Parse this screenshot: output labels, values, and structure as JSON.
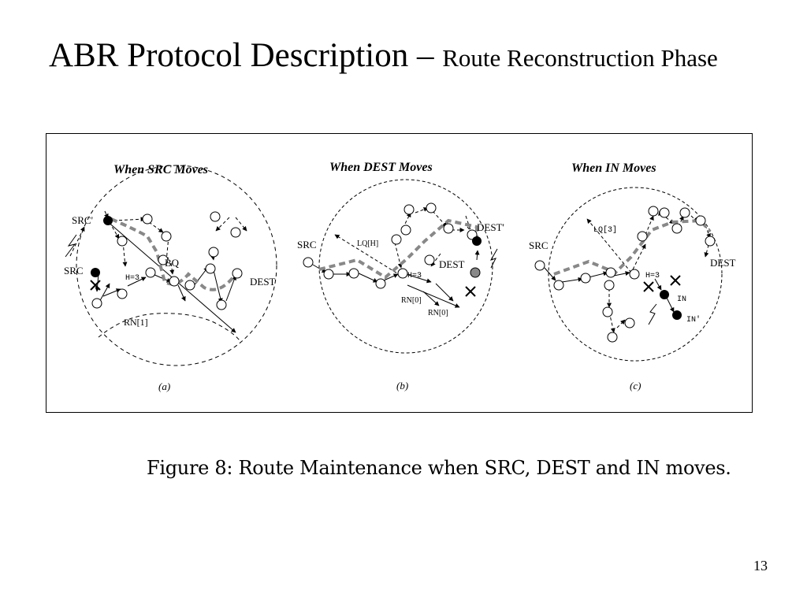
{
  "slide": {
    "title_main": "ABR Protocol Description – ",
    "title_sub": "Route Reconstruction Phase",
    "caption": "Figure 8:  Route Maintenance when SRC, DEST and IN moves.",
    "page_number": "13"
  },
  "panels": [
    {
      "heading": "When SRC Moves",
      "label": "(a)",
      "texts": {
        "src_new": "SRC'",
        "src": "SRC",
        "dest": "DEST",
        "bq": "BQ",
        "hop": "H=3",
        "rn": "RN[1]"
      }
    },
    {
      "heading": "When DEST Moves",
      "label": "(b)",
      "texts": {
        "src": "SRC",
        "lq": "LQ[H]",
        "dest_new": "DEST'",
        "dest": "DEST",
        "hop": "H=3",
        "rn0_a": "RN[0]",
        "rn0_b": "RN[0]"
      }
    },
    {
      "heading": "When IN Moves",
      "label": "(c)",
      "texts": {
        "src": "SRC",
        "lq": "LQ[3]",
        "dest": "DEST",
        "hop": "H=3",
        "in": "IN",
        "in_new": "IN'"
      }
    }
  ]
}
